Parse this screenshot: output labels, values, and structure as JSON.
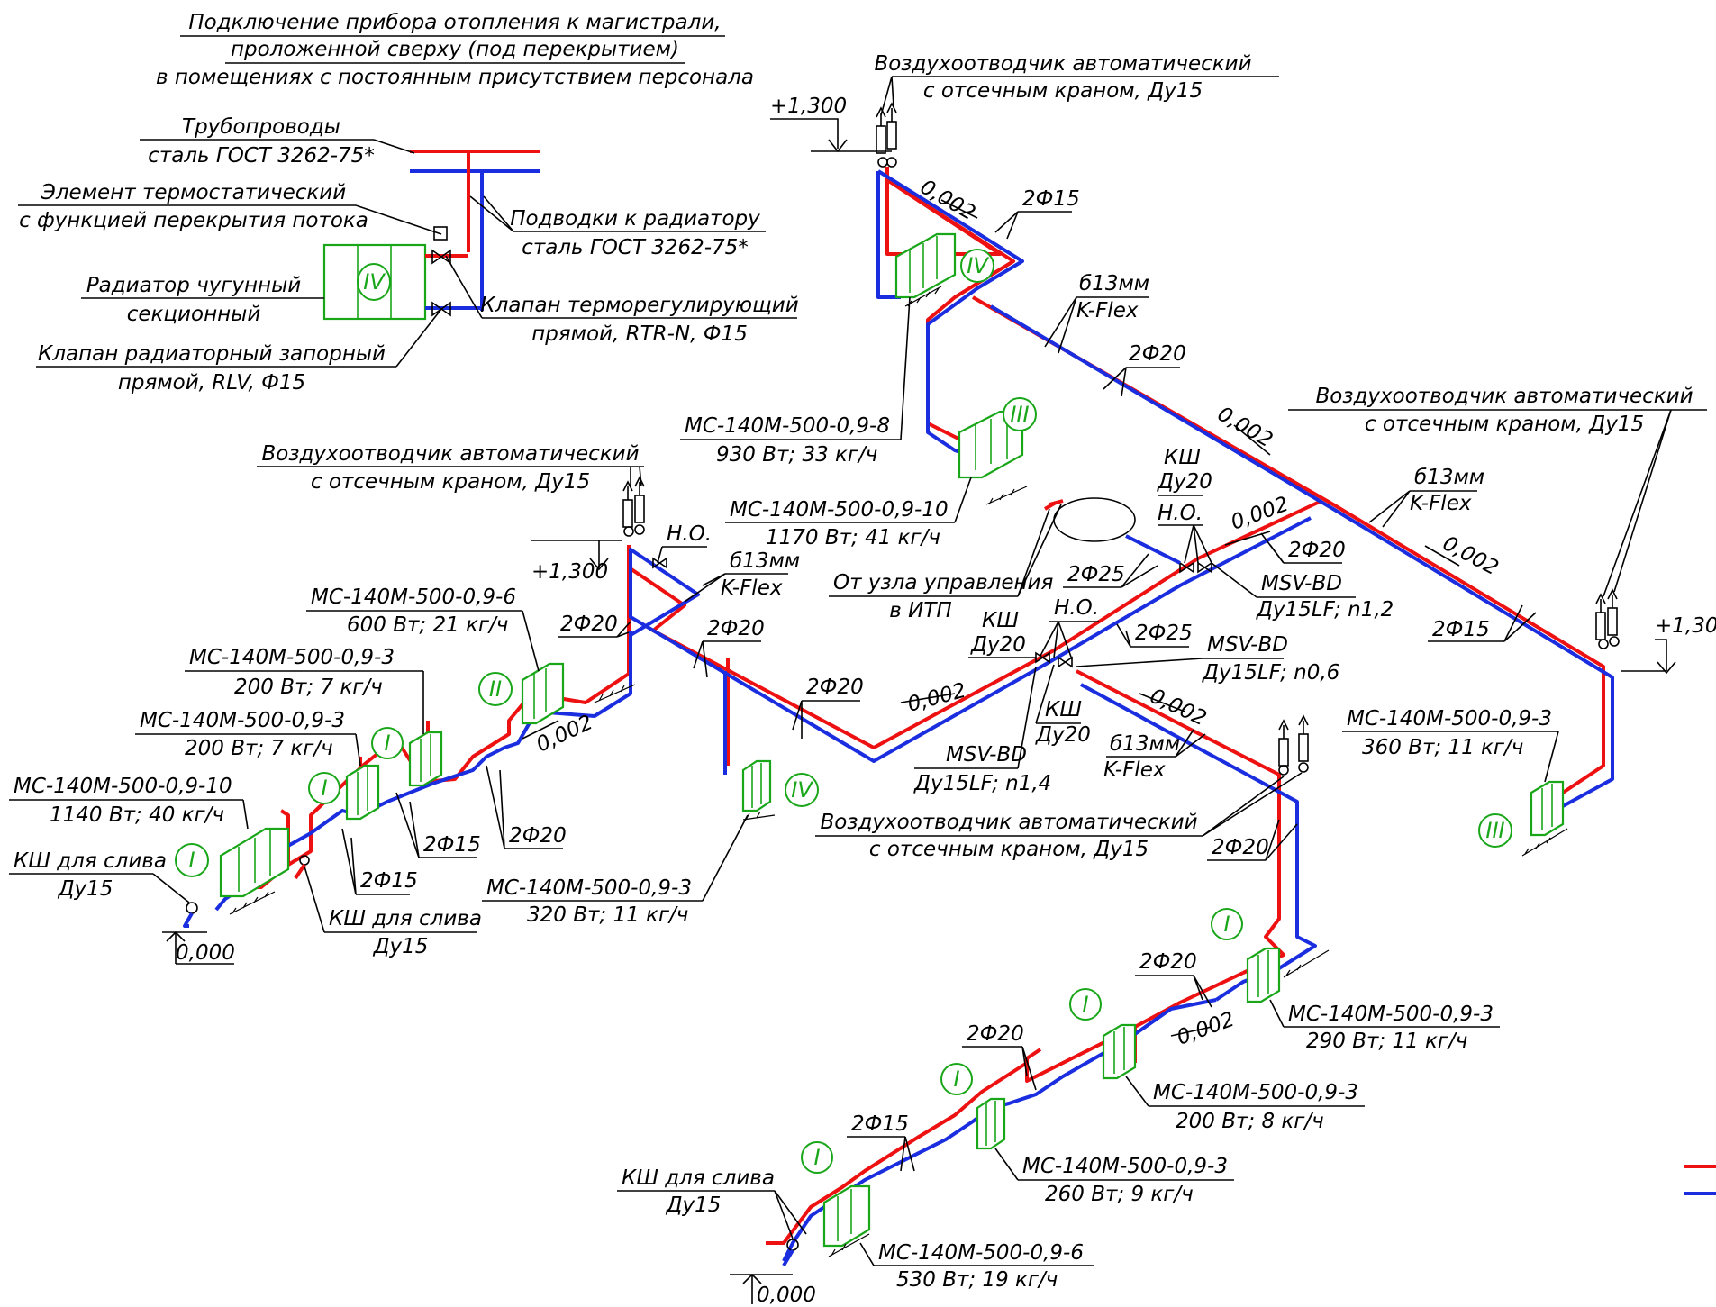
{
  "legend": {
    "title_1": "Подключение прибора отопления к магистрали,",
    "title_2": "проложенной сверху (под перекрытием)",
    "title_3": "в помещениях с постоянным присутствием персонала",
    "pipes_1": "Трубопроводы",
    "pipes_2": "сталь ГОСТ 3262-75*",
    "thermo_1": "Элемент термостатический",
    "thermo_2": "с функцией перекрытия потока",
    "connections_1": "Подводки к радиатору",
    "connections_2": "сталь ГОСТ 3262-75*",
    "radiator_1": "Радиатор чугунный",
    "radiator_2": "секционный",
    "radiator_tag": "IV",
    "valve_rtr_1": "Клапан терморегулирующий",
    "valve_rtr_2": "прямой, RTR-N, Ф15",
    "valve_rlv_1": "Клапан радиаторный запорный",
    "valve_rlv_2": "прямой, RLV, Ф15"
  },
  "labels": {
    "air_vent_1": "Воздухоотводчик автоматический",
    "air_vent_2": "с отсечным краном, Ду15",
    "level_top": "+1,300",
    "level_zero": "0,000",
    "drain_1": "КШ для слива",
    "drain_2": "Ду15",
    "ball_valve": "КШ",
    "du20": "Ду20",
    "no": "Н.О.",
    "insul_1": "б13мм",
    "insul_2": "K-Flex",
    "slope": "0,002",
    "d15": "2Ф15",
    "d20": "2Ф20",
    "d25": "2Ф25",
    "from_itp_1": "От узла управления",
    "from_itp_2": "в ИТП",
    "msv": "MSV-BD",
    "msv_n12": "Ду15LF; n1,2",
    "msv_n06": "Ду15LF; n0,6",
    "msv_n14": "Ду15LF; n1,4"
  },
  "radiators": {
    "r1_model": "МС-140М-500-0,9-8",
    "r1_load": "930 Вт; 33 кг/ч",
    "r2_model": "МС-140М-500-0,9-10",
    "r2_load": "1170 Вт; 41 кг/ч",
    "r3_model": "МС-140М-500-0,9-6",
    "r3_load": "600 Вт; 21 кг/ч",
    "r4_model": "МС-140М-500-0,9-3",
    "r4_load": "200 Вт; 7 кг/ч",
    "r5_model": "МС-140М-500-0,9-3",
    "r5_load": "200 Вт; 7 кг/ч",
    "r6_model": "МС-140М-500-0,9-10",
    "r6_load": "1140 Вт; 40 кг/ч",
    "r7_model": "МС-140М-500-0,9-3",
    "r7_load": "320 Вт; 11 кг/ч",
    "r8_model": "МС-140М-500-0,9-3",
    "r8_load": "360 Вт; 11 кг/ч",
    "r9_model": "МС-140М-500-0,9-3",
    "r9_load": "290 Вт; 11 кг/ч",
    "r10_model": "МС-140М-500-0,9-3",
    "r10_load": "200 Вт; 8 кг/ч",
    "r11_model": "МС-140М-500-0,9-3",
    "r11_load": "260 Вт; 9 кг/ч",
    "r12_model": "МС-140М-500-0,9-6",
    "r12_load": "530 Вт; 19 кг/ч"
  },
  "tags": {
    "i": "I",
    "ii": "II",
    "iii": "III",
    "iv": "IV"
  },
  "colors": {
    "supply": "#ee1111",
    "return": "#1a2ee0",
    "radiator": "#19a619"
  }
}
